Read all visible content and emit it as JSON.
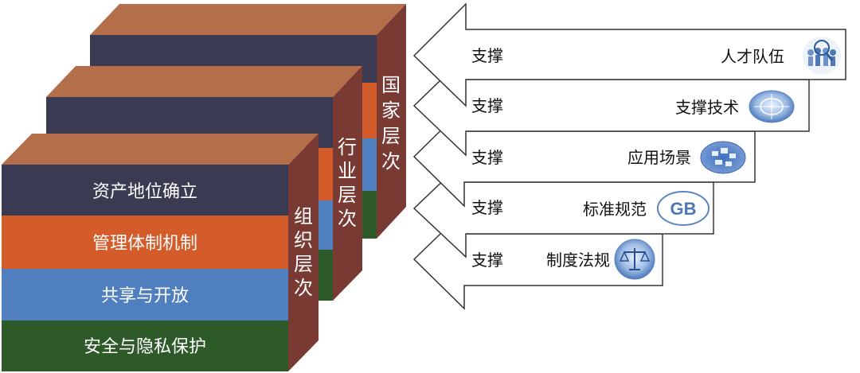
{
  "colors": {
    "top": "#b46e4a",
    "navy": "#3a3a52",
    "orange": "#d45c2a",
    "blue": "#4f7fbf",
    "green": "#2e5a2a",
    "side": "#7a3a34",
    "arrow_stroke": "#333333"
  },
  "levels": {
    "org": "组织层次",
    "industry": "行业层次",
    "national": "国家层次"
  },
  "bands": [
    "资产地位确立",
    "管理体制机制",
    "共享与开放",
    "安全与隐私保护"
  ],
  "arrows": [
    {
      "left": "支撑",
      "right": "人才队伍",
      "icon": "people-search-icon"
    },
    {
      "left": "支撑",
      "right": "支撑技术",
      "icon": "globe-network-icon"
    },
    {
      "left": "支撑",
      "right": "应用场景",
      "icon": "application-map-icon"
    },
    {
      "left": "支撑",
      "right": "标准规范",
      "icon": "gb-standard-icon"
    },
    {
      "left": "支撑",
      "right": "制度法规",
      "icon": "scales-icon"
    }
  ],
  "gb_label": "GB"
}
